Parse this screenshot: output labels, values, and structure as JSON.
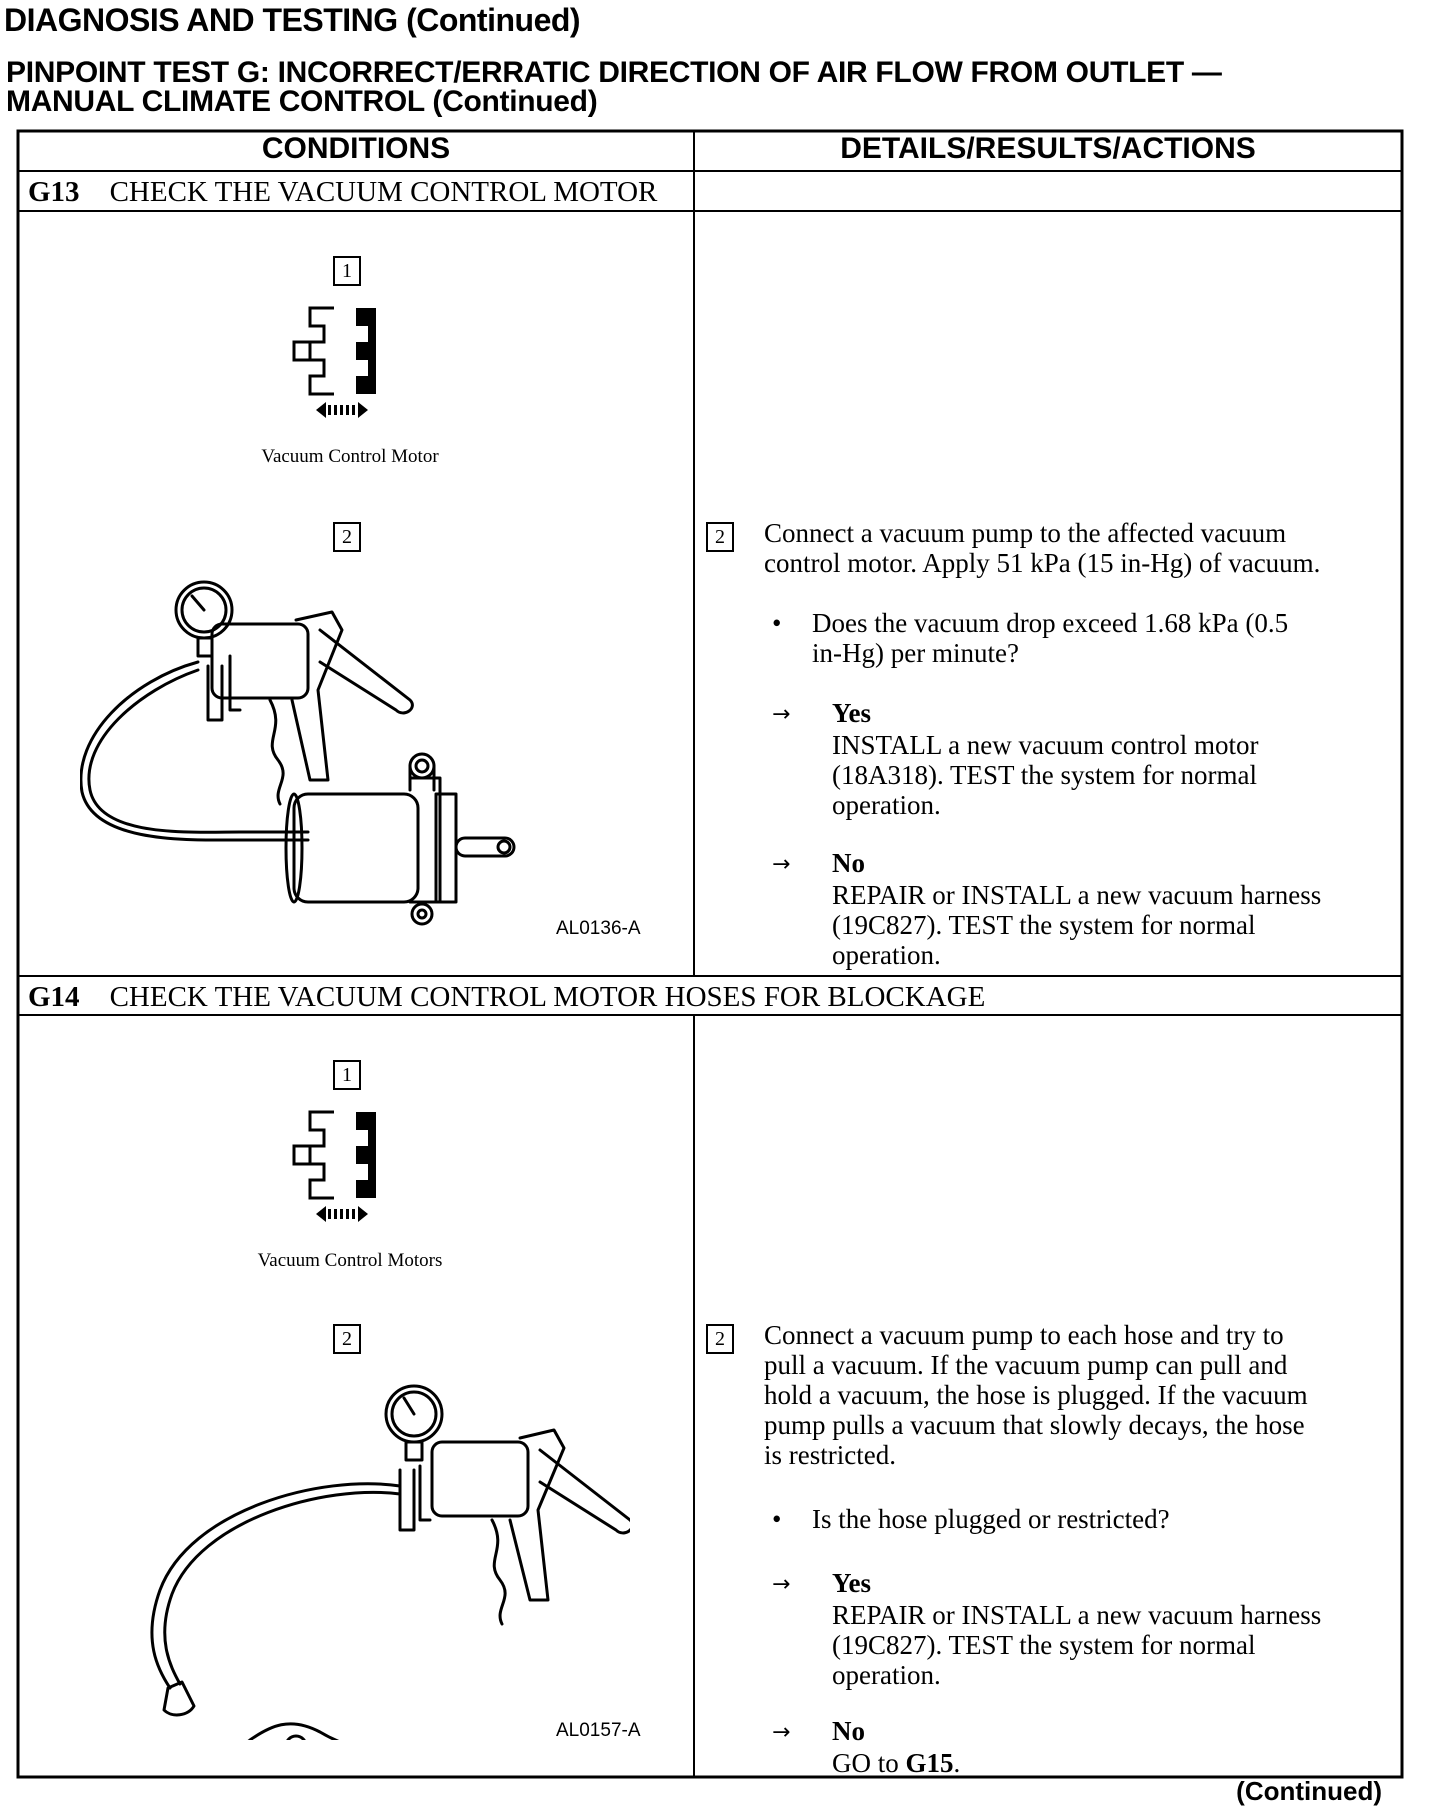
{
  "page": {
    "header": "DIAGNOSIS AND TESTING (Continued)",
    "test_title_line1": "PINPOINT TEST G: INCORRECT/ERRATIC DIRECTION OF AIR FLOW FROM OUTLET —",
    "test_title_line2": "MANUAL CLIMATE CONTROL (Continued)",
    "footer": "(Continued)"
  },
  "table": {
    "col_conditions": "CONDITIONS",
    "col_details": "DETAILS/RESULTS/ACTIONS"
  },
  "g13": {
    "code": "G13",
    "title": "CHECK THE VACUUM CONTROL MOTOR",
    "step1_num": "1",
    "step1_caption": "Vacuum Control Motor",
    "step2_num": "2",
    "figure_id": "AL0136-A",
    "instruction_line1": "Connect a vacuum pump to the affected vacuum",
    "instruction_line2": "control motor. Apply 51 kPa (15 in-Hg) of vacuum.",
    "bullet": "•",
    "question_line1": "Does the vacuum drop exceed 1.68 kPa (0.5",
    "question_line2": "in-Hg) per minute?",
    "arrow": "→",
    "yes_label": "Yes",
    "yes_line1": "INSTALL a new vacuum control motor",
    "yes_line2": "(18A318). TEST  the system for normal",
    "yes_line3": "operation.",
    "no_label": "No",
    "no_line1": "REPAIR or INSTALL a new vacuum harness",
    "no_line2": "(19C827). TEST the system for normal",
    "no_line3": "operation."
  },
  "g14": {
    "code": "G14",
    "title": "CHECK THE VACUUM CONTROL MOTOR HOSES FOR BLOCKAGE",
    "step1_num": "1",
    "step1_caption": "Vacuum Control Motors",
    "step2_num": "2",
    "figure_id": "AL0157-A",
    "instruction_line1": "Connect a vacuum pump to each hose and try to",
    "instruction_line2": "pull a vacuum. If the vacuum pump can pull and",
    "instruction_line3": "hold a vacuum, the hose is plugged. If the vacuum",
    "instruction_line4": "pump pulls a vacuum that slowly decays, the hose",
    "instruction_line5": "is restricted.",
    "bullet": "•",
    "question": "Is the hose plugged or restricted?",
    "arrow": "→",
    "yes_label": "Yes",
    "yes_line1": "REPAIR or INSTALL a new vacuum harness",
    "yes_line2": "(19C827). TEST the system for normal",
    "yes_line3": "operation.",
    "no_label": "No",
    "no_prefix": "GO to ",
    "no_target": "G15",
    "no_suffix": "."
  }
}
